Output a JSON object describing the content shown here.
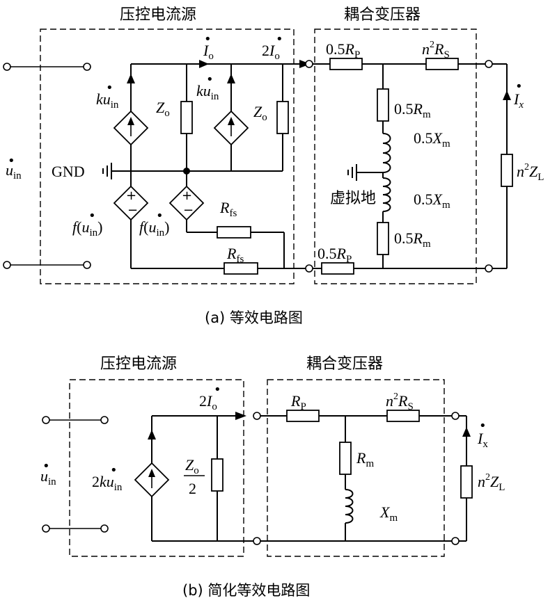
{
  "diagram_a": {
    "caption": "(a) 等效电路图",
    "section_source": "压控电流源",
    "section_transformer": "耦合变压器",
    "label_Io": "Io",
    "label_2Io": "2Io",
    "label_kuin": "kuin",
    "label_Zo": "Zo",
    "label_GND": "GND",
    "label_f_uin": "f(uin)",
    "label_Rfs": "Rfs",
    "label_05Rp": "0.5RP",
    "label_n2Rs": "n2RS",
    "label_05Rm": "0.5Rm",
    "label_05Xm": "0.5Xm",
    "label_virtual_ground": "虚拟地",
    "label_Ix": "Ix",
    "label_n2ZL": "n2ZL",
    "label_uin": "uin"
  },
  "diagram_b": {
    "caption": "(b) 简化等效电路图",
    "section_source": "压控电流源",
    "section_transformer": "耦合变压器",
    "label_2Io": "2Io",
    "label_2kuin": "2kuin",
    "label_Zo_half": "Zo/2",
    "label_Rp": "RP",
    "label_n2Rs": "n2RS",
    "label_Rm": "Rm",
    "label_Xm": "Xm",
    "label_Ix": "Ix",
    "label_n2ZL": "n2ZL",
    "label_uin": "uin"
  },
  "colors": {
    "stroke": "#000000",
    "background": "#ffffff"
  }
}
